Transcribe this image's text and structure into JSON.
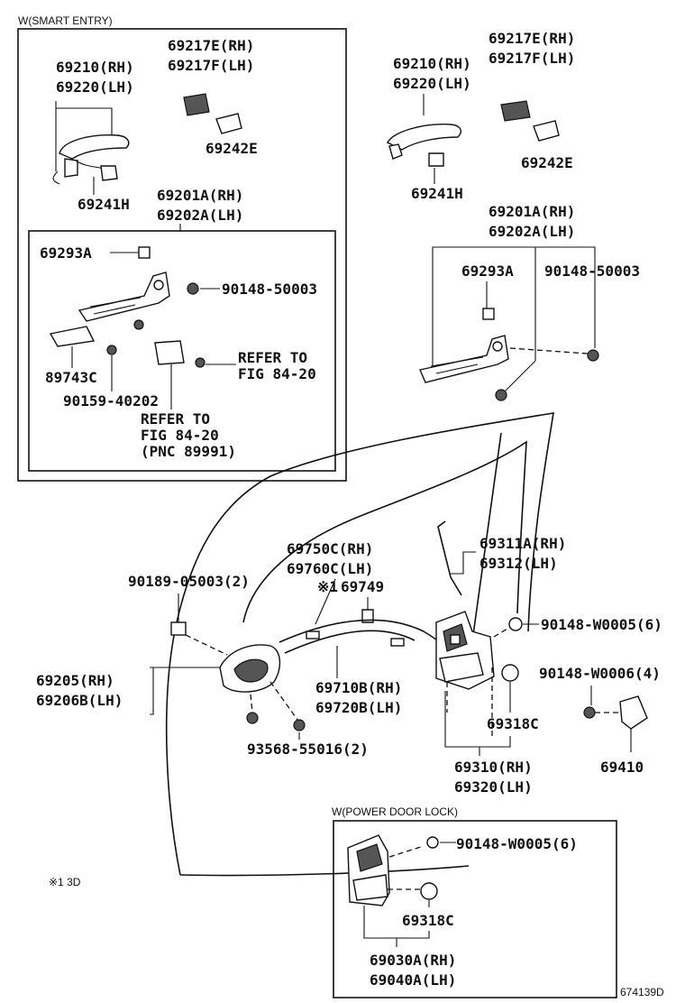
{
  "smart_entry": {
    "title": "W(SMART ENTRY)",
    "handle_rh": "69210(RH)",
    "handle_lh": "69220(LH)",
    "pad_rh": "69217E(RH)",
    "pad_lh": "69217F(LH)",
    "cover": "69242E",
    "wire": "69241H",
    "frame_rh": "69201A(RH)",
    "frame_lh": "69202A(LH)",
    "clip": "69293A",
    "bolt": "90148-50003",
    "bracket": "89743C",
    "screw": "90159-40202",
    "refer1_a": "REFER TO",
    "refer1_b": "FIG 84-20",
    "refer2_a": "REFER TO",
    "refer2_b": "FIG 84-20",
    "refer2_c": "(PNC 89991)"
  },
  "outside": {
    "pad_rh": "69217E(RH)",
    "pad_lh": "69217F(LH)",
    "handle_rh": "69210(RH)",
    "handle_lh": "69220(LH)",
    "cover": "69242E",
    "wire": "69241H",
    "frame_rh": "69201A(RH)",
    "frame_lh": "69202A(LH)",
    "clip": "69293A",
    "bolt": "90148-50003"
  },
  "door": {
    "cable_a_rh": "69750C(RH)",
    "cable_a_lh": "69760C(LH)",
    "note_mark": "※1",
    "clamp": "69749",
    "rod_rh": "69311A(RH)",
    "rod_lh": "69312(LH)",
    "clip_nut": "90189-05003(2)",
    "inner_handle_rh": "69205(RH)",
    "inner_handle_lh": "69206B(LH)",
    "cable_b_rh": "69710B(RH)",
    "cable_b_lh": "69720B(LH)",
    "screw_small": "93568-55016(2)",
    "lock_screw": "90148-W0005(6)",
    "striker_screw": "90148-W0006(4)",
    "grommet": "69318C",
    "lock_rh": "69310(RH)",
    "lock_lh": "69320(LH)",
    "striker": "69410"
  },
  "power_lock": {
    "title": "W(POWER DOOR LOCK)",
    "screw": "90148-W0005(6)",
    "grommet": "69318C",
    "lock_rh": "69030A(RH)",
    "lock_lh": "69040A(LH)"
  },
  "footnote": "※1 3D",
  "figure_id": "674139D"
}
